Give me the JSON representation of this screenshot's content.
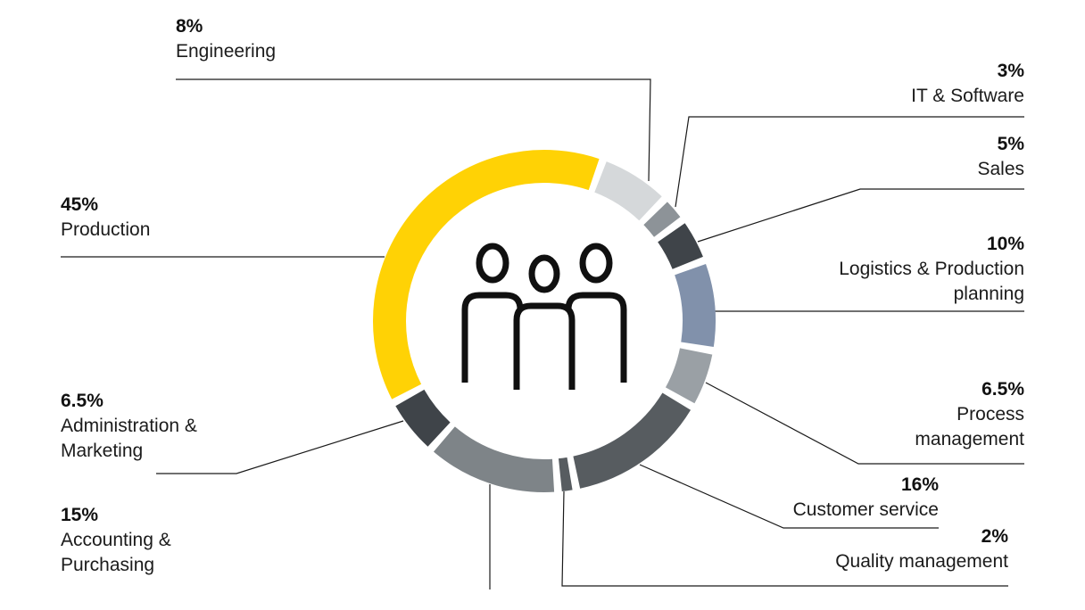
{
  "chart_data": {
    "type": "pie",
    "variant": "donut",
    "title": "",
    "unit": "%",
    "legend": "none",
    "center_icon": "three-people-icon",
    "segments": [
      {
        "id": "engineering",
        "label": "Engineering",
        "pct": 8,
        "pct_label": "8%",
        "color": "#d5d8da"
      },
      {
        "id": "it-software",
        "label": "IT & Software",
        "pct": 3,
        "pct_label": "3%",
        "color": "#8d9398"
      },
      {
        "id": "sales",
        "label": "Sales",
        "pct": 5,
        "pct_label": "5%",
        "color": "#3f4449"
      },
      {
        "id": "logistics",
        "label": "Logistics & Production\nplanning",
        "pct": 10,
        "pct_label": "10%",
        "color": "#8191ab"
      },
      {
        "id": "process-management",
        "label": "Process\nmanagement",
        "pct": 6.5,
        "pct_label": "6.5%",
        "color": "#9aa0a5"
      },
      {
        "id": "customer-service",
        "label": "Customer service",
        "pct": 16,
        "pct_label": "16%",
        "color": "#575c60"
      },
      {
        "id": "quality-management",
        "label": "Quality management",
        "pct": 2,
        "pct_label": "2%",
        "color": "#575c60"
      },
      {
        "id": "accounting-purchasing",
        "label": "Accounting &\nPurchasing",
        "pct": 15,
        "pct_label": "15%",
        "color": "#7e8488"
      },
      {
        "id": "administration-marketing",
        "label": "Administration &\nMarketing",
        "pct": 6.5,
        "pct_label": "6.5%",
        "color": "#3f4449"
      },
      {
        "id": "production",
        "label": "Production",
        "pct": 45,
        "pct_label": "45%",
        "color": "#ffd205"
      }
    ]
  }
}
